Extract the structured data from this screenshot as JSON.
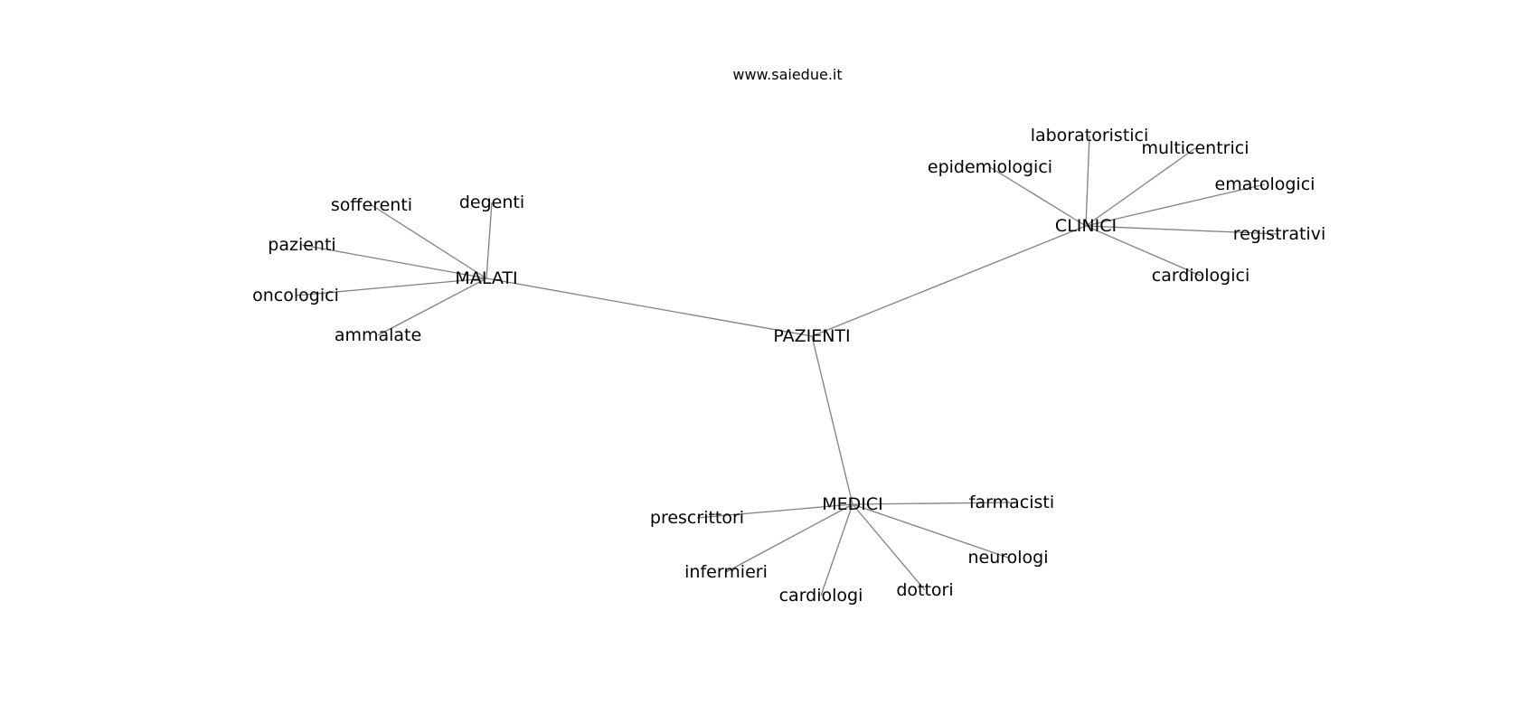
{
  "title": "www.saiedue.it",
  "colors": {
    "edge": "#808080",
    "text": "#000000",
    "background": "#ffffff"
  },
  "nodes": [
    {
      "id": "PAZIENTI",
      "label": "PAZIENTI",
      "group": "hub"
    },
    {
      "id": "MALATI",
      "label": "MALATI",
      "group": "hub"
    },
    {
      "id": "CLINICI",
      "label": "CLINICI",
      "group": "hub"
    },
    {
      "id": "MEDICI",
      "label": "MEDICI",
      "group": "hub"
    },
    {
      "id": "sofferenti",
      "label": "sofferenti"
    },
    {
      "id": "degenti",
      "label": "degenti"
    },
    {
      "id": "pazienti",
      "label": "pazienti"
    },
    {
      "id": "oncologici",
      "label": "oncologici"
    },
    {
      "id": "ammalate",
      "label": "ammalate"
    },
    {
      "id": "laboratoristici",
      "label": "laboratoristici"
    },
    {
      "id": "multicentrici",
      "label": "multicentrici"
    },
    {
      "id": "epidemiologici",
      "label": "epidemiologici"
    },
    {
      "id": "ematologici",
      "label": "ematologici"
    },
    {
      "id": "registrativi",
      "label": "registrativi"
    },
    {
      "id": "cardiologici",
      "label": "cardiologici"
    },
    {
      "id": "farmacisti",
      "label": "farmacisti"
    },
    {
      "id": "prescrittori",
      "label": "prescrittori"
    },
    {
      "id": "neurologi",
      "label": "neurologi"
    },
    {
      "id": "infermieri",
      "label": "infermieri"
    },
    {
      "id": "dottori",
      "label": "dottori"
    },
    {
      "id": "cardiologi",
      "label": "cardiologi"
    }
  ],
  "edges": [
    [
      "PAZIENTI",
      "MALATI"
    ],
    [
      "PAZIENTI",
      "CLINICI"
    ],
    [
      "PAZIENTI",
      "MEDICI"
    ],
    [
      "MALATI",
      "sofferenti"
    ],
    [
      "MALATI",
      "degenti"
    ],
    [
      "MALATI",
      "pazienti"
    ],
    [
      "MALATI",
      "oncologici"
    ],
    [
      "MALATI",
      "ammalate"
    ],
    [
      "CLINICI",
      "laboratoristici"
    ],
    [
      "CLINICI",
      "multicentrici"
    ],
    [
      "CLINICI",
      "epidemiologici"
    ],
    [
      "CLINICI",
      "ematologici"
    ],
    [
      "CLINICI",
      "registrativi"
    ],
    [
      "CLINICI",
      "cardiologici"
    ],
    [
      "MEDICI",
      "farmacisti"
    ],
    [
      "MEDICI",
      "prescrittori"
    ],
    [
      "MEDICI",
      "neurologi"
    ],
    [
      "MEDICI",
      "infermieri"
    ],
    [
      "MEDICI",
      "dottori"
    ],
    [
      "MEDICI",
      "cardiologi"
    ]
  ]
}
